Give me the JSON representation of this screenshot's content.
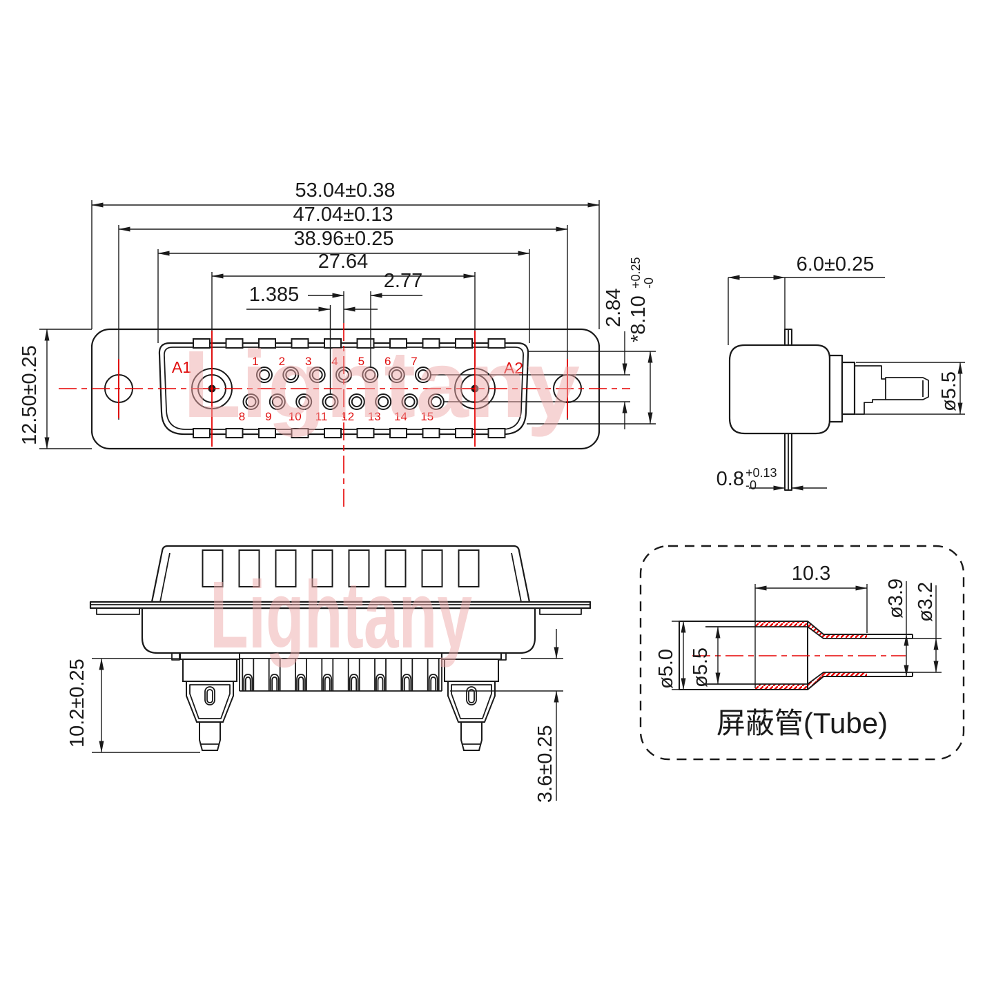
{
  "watermark": {
    "text": "Lightany"
  },
  "front_view": {
    "dim_width_outer": "53.04±0.38",
    "dim_width_holes": "47.04±0.13",
    "dim_width_shell": "38.96±0.25",
    "dim_width_coax": "27.64",
    "dim_pitch": "2.77",
    "dim_half_pitch": "1.385",
    "dim_height": "12.50±0.25",
    "dim_row_gap": "2.84",
    "dim_shell_h": "*8.10",
    "dim_shell_h_tol_up": "+0.25",
    "dim_shell_h_tol_dn": "-0",
    "label_a1": "A1",
    "label_a2": "A2",
    "pin_numbers_top": [
      "1",
      "2",
      "3",
      "4",
      "5",
      "6",
      "7"
    ],
    "pin_numbers_bottom": [
      "8",
      "9",
      "10",
      "11",
      "12",
      "13",
      "14",
      "15"
    ]
  },
  "side_view": {
    "dim_depth": "6.0±0.25",
    "dim_pin_dia": "ø5.5",
    "dim_flange": "0.8",
    "dim_flange_tol_up": "+0.13",
    "dim_flange_tol_dn": "-0"
  },
  "bottom_view": {
    "dim_terminal": "10.2±0.25",
    "dim_pin_len": "3.6±0.25"
  },
  "tube": {
    "caption": "屏蔽管(Tube)",
    "dim_len": "10.3",
    "dim_d39": "ø3.9",
    "dim_d32": "ø3.2",
    "dim_d50": "ø5.0",
    "dim_d55": "ø5.5"
  },
  "colors": {
    "line": "#1a1a1a",
    "red": "#e60000",
    "watermark_pink": "#eeaaaa"
  }
}
